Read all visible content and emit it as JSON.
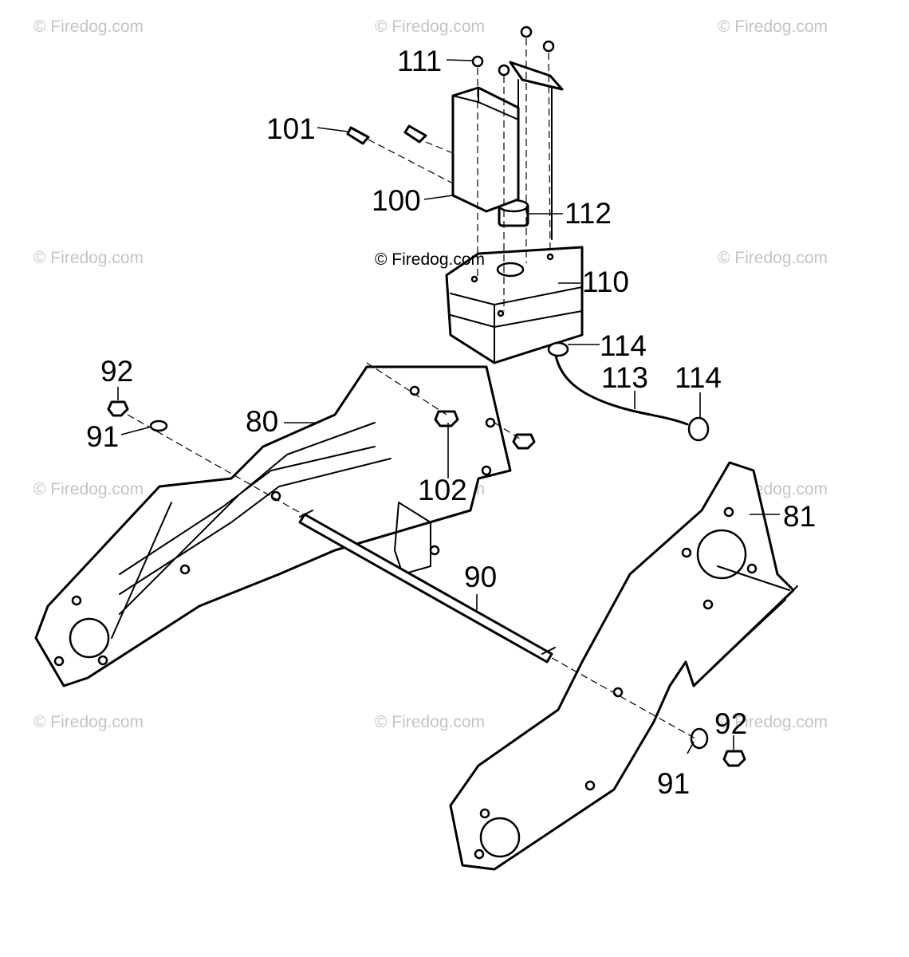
{
  "watermark": {
    "text": "© Firedog.com",
    "color": "#c4c4c4"
  },
  "center_watermark": "© Firedog.com",
  "callouts": {
    "c111": "111",
    "c101": "101",
    "c100": "100",
    "c112": "112",
    "c110": "110",
    "c114a": "114",
    "c113": "113",
    "c114b": "114",
    "c92a": "92",
    "c91a": "91",
    "c80": "80",
    "c102": "102",
    "c81": "81",
    "c90": "90",
    "c92b": "92",
    "c91b": "91"
  }
}
